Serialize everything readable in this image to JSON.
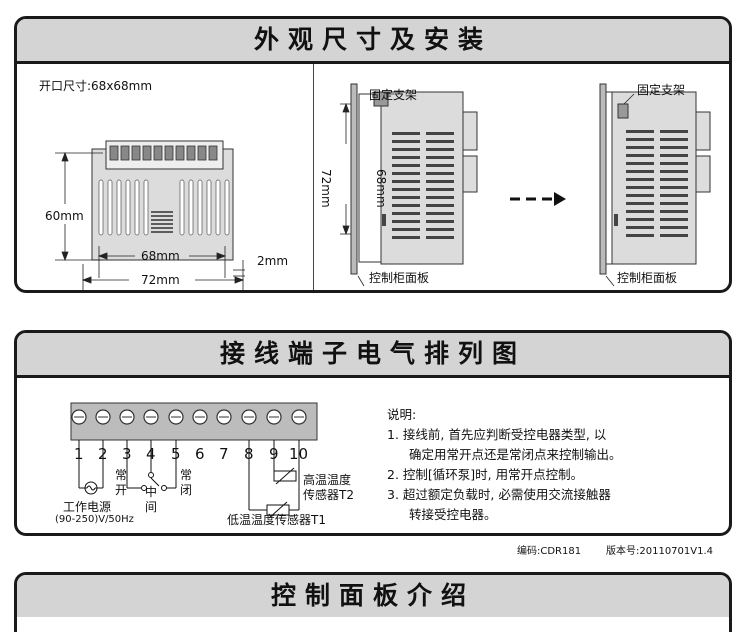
{
  "sec1": {
    "title": "外观尺寸及安装",
    "cutout": "开口尺寸:68x68mm",
    "dim_60": "60mm",
    "dim_68": "68mm",
    "dim_72": "72mm",
    "dim_2": "2mm",
    "side_72": "72mm",
    "side_68": "68mm",
    "bracket_label": "固定支架",
    "panel_label": "控制柜面板"
  },
  "sec2": {
    "title": "接线端子电气排列图",
    "terminals": [
      "1",
      "2",
      "3",
      "4",
      "5",
      "6",
      "7",
      "8",
      "9",
      "10"
    ],
    "chang": "常",
    "kai": "开",
    "zhong": "中",
    "jian": "间",
    "chang2": "常",
    "bi": "闭",
    "power_label": "工作电源",
    "power_range": "(90-250)V/50Hz",
    "low_sensor": "低温温度传感器T1",
    "high_sensor_1": "高温温度",
    "high_sensor_2": "传感器T2",
    "notes_title": "说明:",
    "notes": [
      "1. 接线前, 首先应判断受控电器类型, 以",
      "确定用常开点还是常闭点来控制输出。",
      "2. 控制[循环泵]时, 用常开点控制。",
      "3. 超过额定负载时, 必需使用交流接触器",
      "转接受控电器。"
    ]
  },
  "footer": {
    "code": "编码:CDR181",
    "version": "版本号:20110701V1.4"
  },
  "sec3": {
    "title": "控制面板介绍"
  }
}
